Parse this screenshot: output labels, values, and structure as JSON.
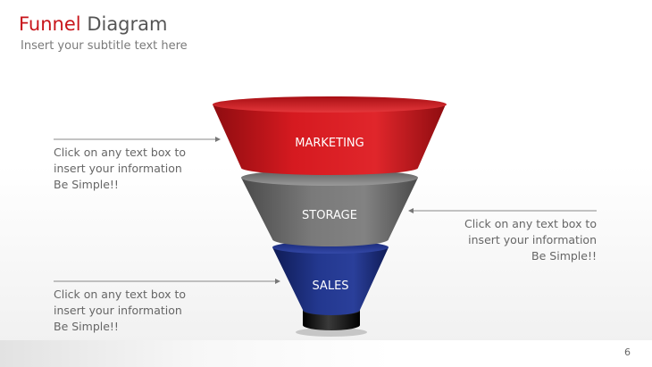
{
  "header": {
    "title_accent": "Funnel",
    "title_rest": "Diagram",
    "subtitle": "Insert your subtitle text here"
  },
  "funnel": {
    "stages": [
      {
        "label": "MARKETING",
        "color": "#c8161c"
      },
      {
        "label": "STORAGE",
        "color": "#6d6d6d"
      },
      {
        "label": "SALES",
        "color": "#1c2f86"
      }
    ]
  },
  "notes": [
    {
      "line1": "Click on any text box to",
      "line2": "insert your information",
      "line3": "Be Simple!!"
    },
    {
      "line1": "Click on any text box to",
      "line2": "insert your information",
      "line3": "Be Simple!!"
    },
    {
      "line1": "Click on any text box to",
      "line2": "insert your information",
      "line3": "Be Simple!!"
    }
  ],
  "footer": {
    "page_number": "6"
  }
}
